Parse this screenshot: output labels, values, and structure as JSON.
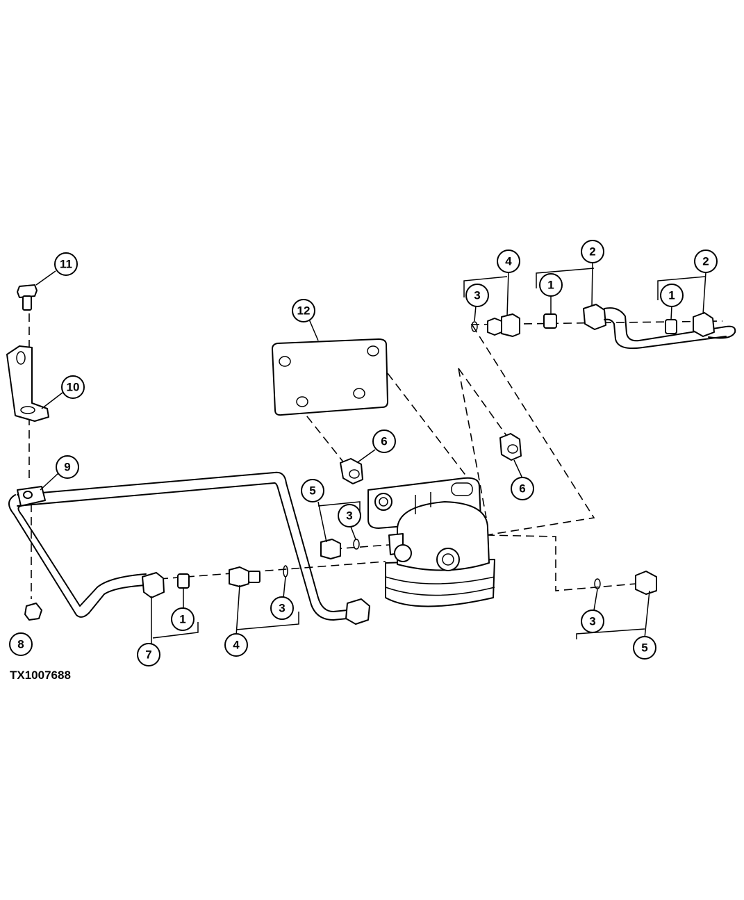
{
  "figure_id": "TX1007688",
  "callouts": [
    {
      "label": "11"
    },
    {
      "label": "10"
    },
    {
      "label": "9"
    },
    {
      "label": "8"
    },
    {
      "label": "7"
    },
    {
      "label": "1"
    },
    {
      "label": "4"
    },
    {
      "label": "3"
    },
    {
      "label": "12"
    },
    {
      "label": "6"
    },
    {
      "label": "5"
    },
    {
      "label": "3"
    },
    {
      "label": "6"
    },
    {
      "label": "3"
    },
    {
      "label": "4"
    },
    {
      "label": "1"
    },
    {
      "label": "2"
    },
    {
      "label": "1"
    },
    {
      "label": "2"
    },
    {
      "label": "3"
    },
    {
      "label": "5"
    }
  ]
}
